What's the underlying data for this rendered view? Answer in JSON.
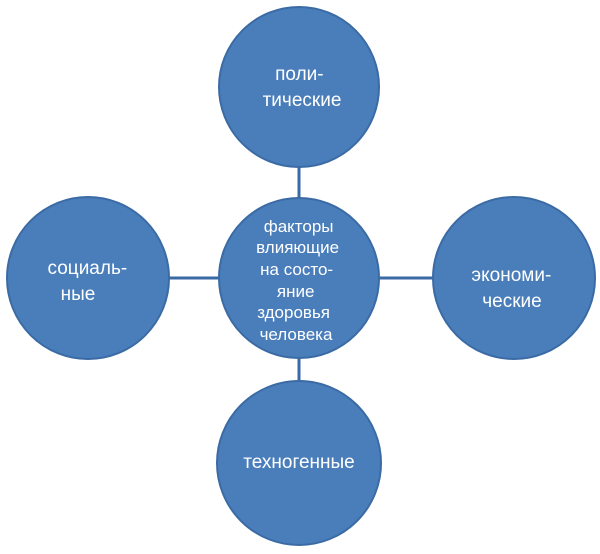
{
  "diagram": {
    "center": {
      "lines": [
        "факторы",
        "влияющие",
        "на состо-",
        "яние",
        "здоровья",
        "человека"
      ]
    },
    "top": {
      "lines": [
        "поли-",
        "тические"
      ]
    },
    "left": {
      "lines": [
        "социаль-",
        "ные"
      ]
    },
    "right": {
      "lines": [
        "экономи-",
        "ческие"
      ]
    },
    "bottom": {
      "lines": [
        "техногенные"
      ]
    }
  },
  "colors": {
    "node_fill": "#4a7ebb",
    "node_stroke": "#3b6ba4",
    "connector": "#3a6aa6",
    "text": "#ffffff"
  }
}
